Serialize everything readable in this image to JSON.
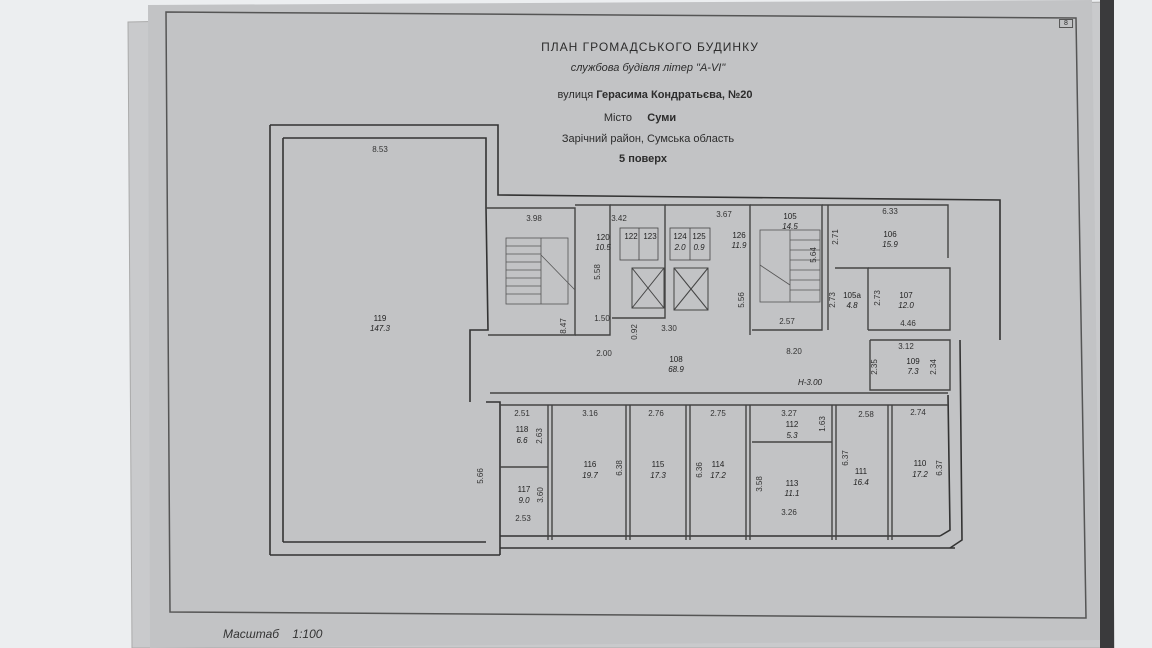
{
  "title": {
    "line1": "ПЛАН  ГРОМАДСЬКОГО БУДИНКУ",
    "line2": "службова будівля літер \"А-VI\"",
    "street_prefix": "вулиця",
    "street": "Герасима Кондратьєва, №20",
    "city_prefix": "Місто",
    "city": "Суми",
    "district": "Зарічний район, Сумська область",
    "floor": "5 поверх"
  },
  "sheet_number": "8",
  "scale_label": "Масштаб",
  "scale_value": "1:100",
  "corridor_height": "Н-3.00",
  "rooms": [
    {
      "id": "119",
      "area": "147.3"
    },
    {
      "id": "120",
      "area": "10.5"
    },
    {
      "id": "122",
      "area": ""
    },
    {
      "id": "123",
      "area": ""
    },
    {
      "id": "124",
      "area": "2.0"
    },
    {
      "id": "125",
      "area": "0.9"
    },
    {
      "id": "126",
      "area": "11.9"
    },
    {
      "id": "105",
      "area": "14.5"
    },
    {
      "id": "106",
      "area": "15.9"
    },
    {
      "id": "105а",
      "area": "4.8"
    },
    {
      "id": "107",
      "area": "12.0"
    },
    {
      "id": "108",
      "area": "68.9"
    },
    {
      "id": "109",
      "area": "7.3"
    },
    {
      "id": "118",
      "area": "6.6"
    },
    {
      "id": "117",
      "area": "9.0"
    },
    {
      "id": "116",
      "area": "19.7"
    },
    {
      "id": "115",
      "area": "17.3"
    },
    {
      "id": "114",
      "area": "17.2"
    },
    {
      "id": "112",
      "area": "5.3"
    },
    {
      "id": "113",
      "area": "11.1"
    },
    {
      "id": "111",
      "area": "16.4"
    },
    {
      "id": "110",
      "area": "17.2"
    }
  ],
  "dimensions": [
    "8.53",
    "3.98",
    "3.42",
    "3.67",
    "6.33",
    "5.58",
    "1.50",
    "0.92",
    "3.30",
    "5.56",
    "2.57",
    "2.71",
    "5.64",
    "2.73",
    "2.73",
    "4.46",
    "8.47",
    "2.00",
    "8.20",
    "3.12",
    "2.35",
    "2.34",
    "2.51",
    "2.63",
    "3.16",
    "3.27",
    "1.63",
    "2.76",
    "2.75",
    "2.58",
    "2.74",
    "6.38",
    "6.36",
    "3.58",
    "6.37",
    "6.37",
    "3.60",
    "2.53",
    "3.26",
    "5.66"
  ]
}
